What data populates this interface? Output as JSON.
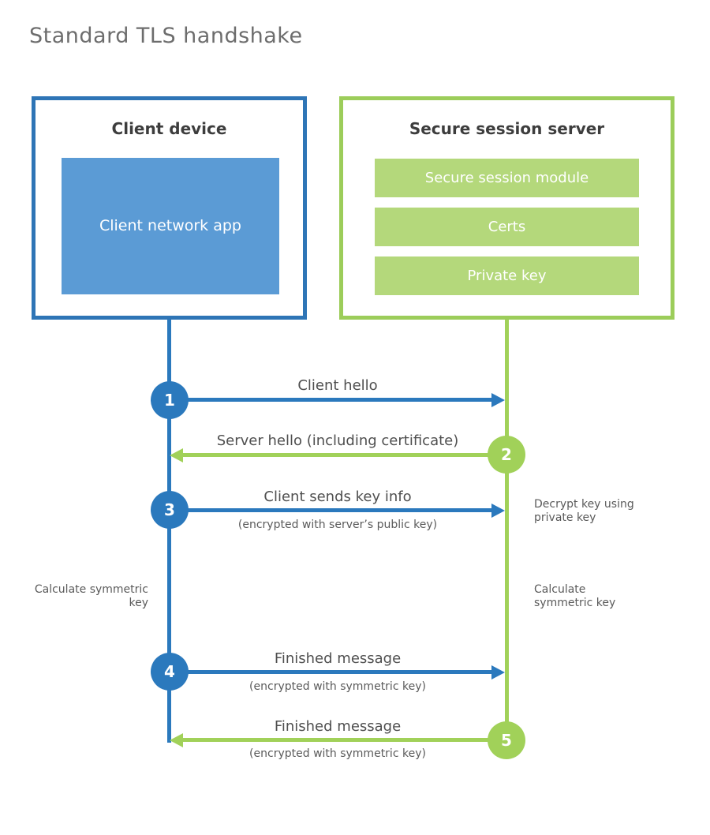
{
  "title": "Standard TLS handshake",
  "colors": {
    "blue_border": "#2e75b6",
    "blue_fill": "#5b9bd5",
    "blue_accent": "#2b79bd",
    "green_border": "#9ccd5a",
    "green_fill": "#b4d87b",
    "green_accent": "#a1d159",
    "heading_text": "#3d3d3d",
    "body_text": "#4f4f4f"
  },
  "actors": {
    "client": {
      "title": "Client device",
      "modules": [
        "Client network app"
      ]
    },
    "server": {
      "title": "Secure session server",
      "modules": [
        "Secure session module",
        "Certs",
        "Private key"
      ]
    }
  },
  "messages": [
    {
      "step": "1",
      "label": "Client hello",
      "sublabel": "",
      "direction": "right",
      "color": "blue"
    },
    {
      "step": "2",
      "label": "Server hello (including certificate)",
      "sublabel": "",
      "direction": "left",
      "color": "green"
    },
    {
      "step": "3",
      "label": "Client sends key info",
      "sublabel": "(encrypted with server’s public key)",
      "direction": "right",
      "color": "blue"
    },
    {
      "step": "4",
      "label": "Finished message",
      "sublabel": "(encrypted with symmetric key)",
      "direction": "right",
      "color": "blue"
    },
    {
      "step": "5",
      "label": "Finished message",
      "sublabel": "(encrypted with symmetric key)",
      "direction": "left",
      "color": "green"
    }
  ],
  "notes": {
    "decrypt": "Decrypt key using private key",
    "calc_left": "Calculate symmetric key",
    "calc_right": "Calculate symmetric key"
  }
}
